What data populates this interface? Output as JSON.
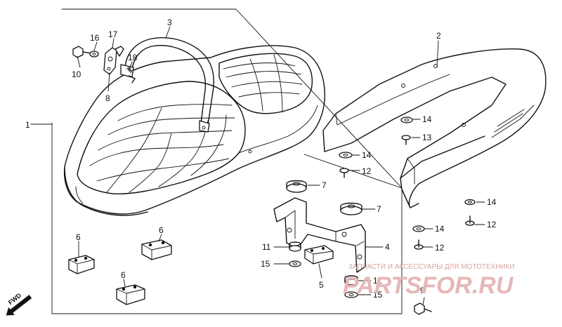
{
  "callouts": [
    {
      "id": "c1",
      "text": "1"
    },
    {
      "id": "c2",
      "text": "2"
    },
    {
      "id": "c3",
      "text": "3"
    },
    {
      "id": "c4",
      "text": "4"
    },
    {
      "id": "c5",
      "text": "5"
    },
    {
      "id": "c6a",
      "text": "6"
    },
    {
      "id": "c6b",
      "text": "6"
    },
    {
      "id": "c6c",
      "text": "6"
    },
    {
      "id": "c7a",
      "text": "7"
    },
    {
      "id": "c7b",
      "text": "7"
    },
    {
      "id": "c8",
      "text": "8"
    },
    {
      "id": "c9",
      "text": "9"
    },
    {
      "id": "c10",
      "text": "10"
    },
    {
      "id": "c11a",
      "text": "11"
    },
    {
      "id": "c11b",
      "text": "11"
    },
    {
      "id": "c12a",
      "text": "12"
    },
    {
      "id": "c12b",
      "text": "12"
    },
    {
      "id": "c12c",
      "text": "12"
    },
    {
      "id": "c13",
      "text": "13"
    },
    {
      "id": "c14a",
      "text": "14"
    },
    {
      "id": "c14b",
      "text": "14"
    },
    {
      "id": "c14c",
      "text": "14"
    },
    {
      "id": "c14d",
      "text": "14"
    },
    {
      "id": "c15a",
      "text": "15"
    },
    {
      "id": "c15b",
      "text": "15"
    },
    {
      "id": "c16",
      "text": "16"
    },
    {
      "id": "c17",
      "text": "17"
    },
    {
      "id": "c18",
      "text": "18"
    }
  ],
  "fwd_label": "FWD",
  "watermark": {
    "text": "ЗАПЧАСТИ И АКСЕССУАРЫ ДЛЯ МОТОТЕХНИКИ",
    "logo": "PARTSFOR.RU"
  },
  "colors": {
    "ink": "#111111",
    "background": "#ffffff",
    "watermark": "#e6b8b8"
  }
}
